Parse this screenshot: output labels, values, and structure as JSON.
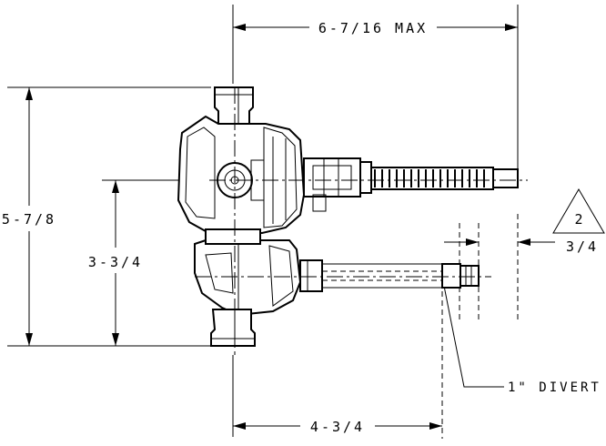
{
  "dimensions": {
    "overall_width": "6-7/16 MAX",
    "overall_height": "5-7/8",
    "center_height": "3-3/4",
    "outlet_length": "4-3/4",
    "stem_offset": "3/4"
  },
  "callouts": {
    "outlet_label": "1\" DIVERT",
    "note_number": "2"
  }
}
